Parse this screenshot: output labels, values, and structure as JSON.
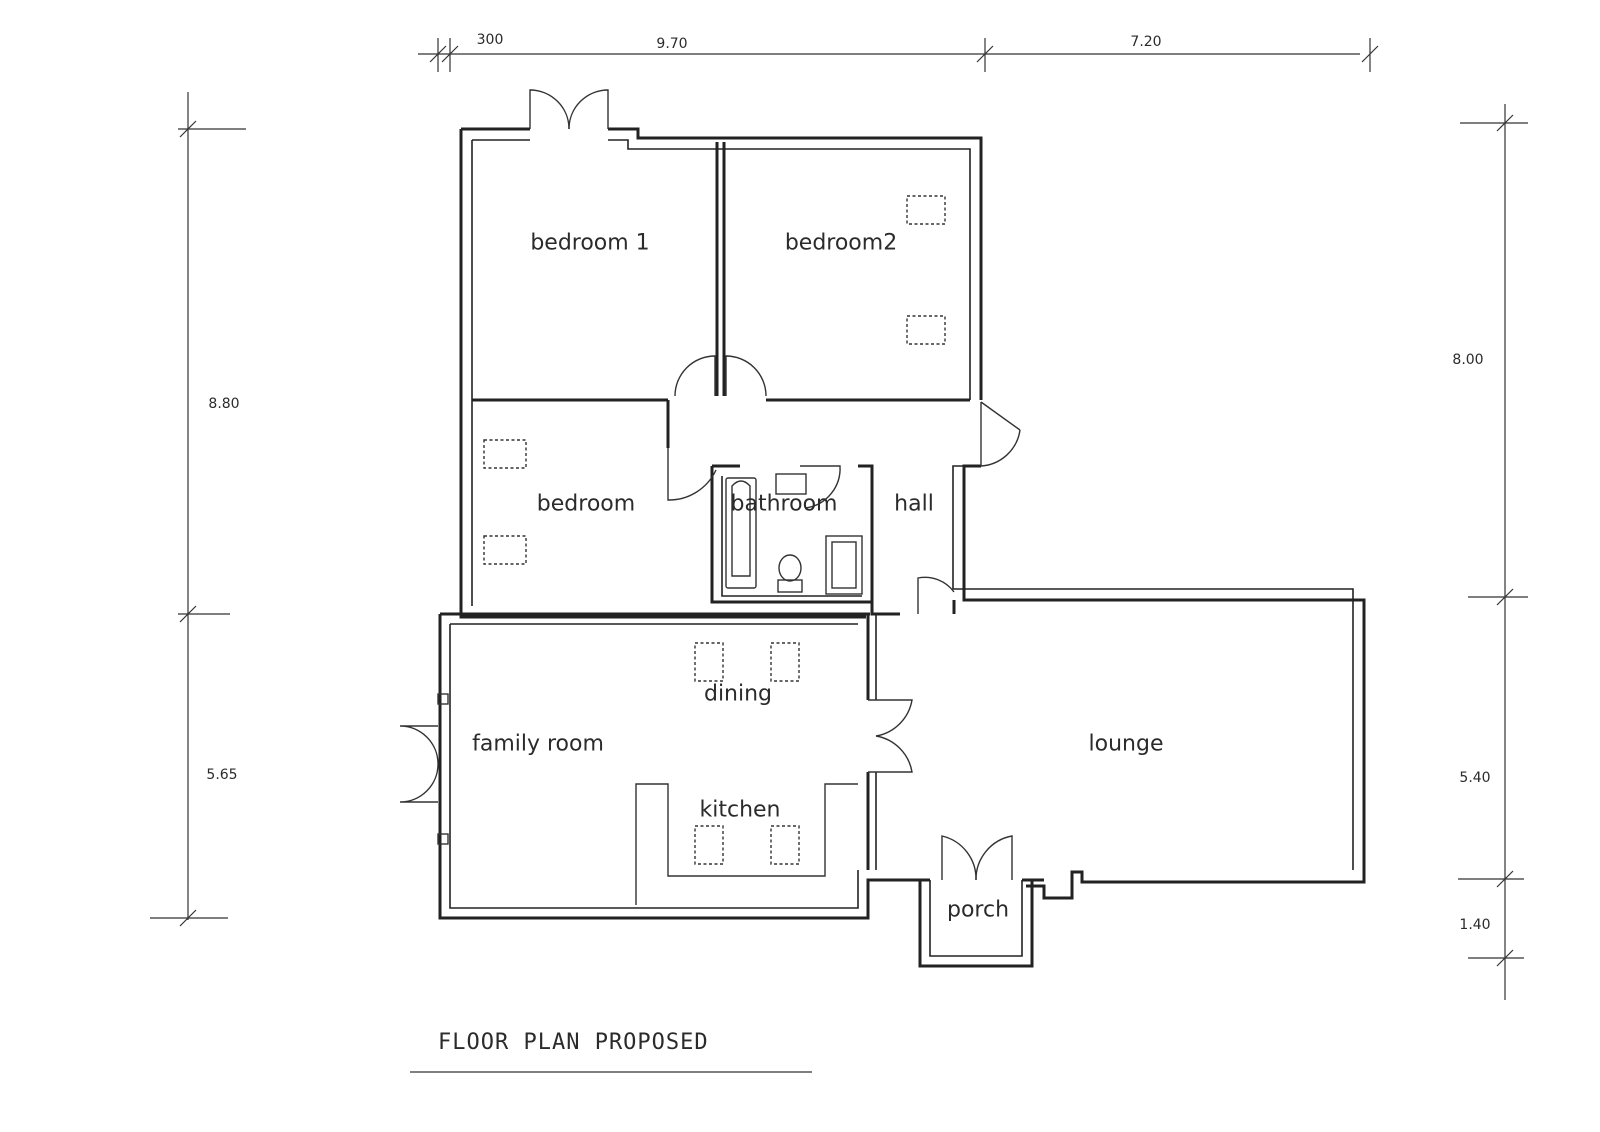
{
  "plan": {
    "title": "FLOOR PLAN PROPOSED",
    "rooms": {
      "bedroom1": "bedroom 1",
      "bedroom2": "bedroom2",
      "bedroom3": "bedroom",
      "bathroom": "bathroom",
      "hall": "hall",
      "dining": "dining",
      "family_room": "family room",
      "kitchen": "kitchen",
      "lounge": "lounge",
      "porch": "porch"
    },
    "dimensions": {
      "top": [
        "300",
        "9.70",
        "7.20"
      ],
      "left": [
        "8.80",
        "5.65"
      ],
      "right": [
        "8.00",
        "5.40",
        "1.40"
      ]
    }
  }
}
